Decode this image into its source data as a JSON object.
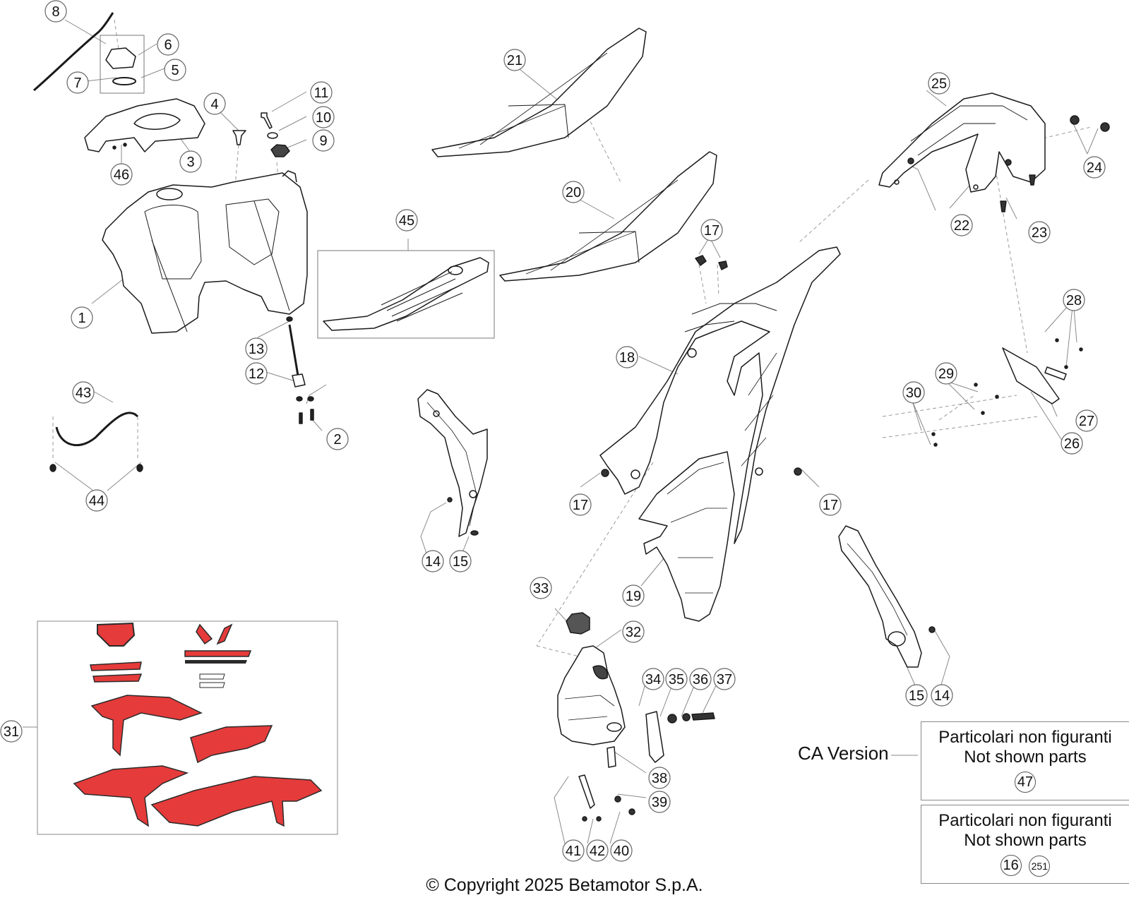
{
  "callouts": [
    "1",
    "2",
    "3",
    "4",
    "5",
    "6",
    "7",
    "8",
    "9",
    "10",
    "11",
    "12",
    "13",
    "14",
    "15",
    "17",
    "18",
    "19",
    "20",
    "21",
    "22",
    "23",
    "24",
    "25",
    "26",
    "27",
    "28",
    "29",
    "30",
    "31",
    "32",
    "33",
    "34",
    "35",
    "36",
    "37",
    "38",
    "39",
    "40",
    "41",
    "42",
    "43",
    "44",
    "45",
    "46"
  ],
  "notes": {
    "box1": {
      "line1": "Particolari non figuranti",
      "line2": "Not shown parts",
      "refs": [
        "47"
      ]
    },
    "box2": {
      "line1": "Particolari non figuranti",
      "line2": "Not shown parts",
      "refs": [
        "16",
        "251"
      ]
    },
    "ca_version": "CA Version"
  },
  "copyright": "© Copyright 2025 Betamotor S.p.A.",
  "colors": {
    "line": "#1a1a1a",
    "leader": "#9a9a9a",
    "decal_red": "#e63b3b",
    "decal_dark": "#2a2a2a"
  }
}
